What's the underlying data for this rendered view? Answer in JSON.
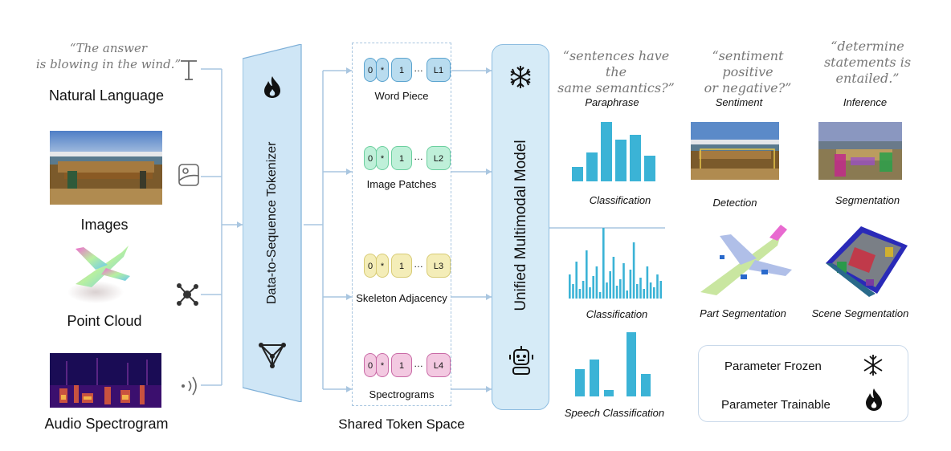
{
  "modalities": {
    "quote": "“The answer is blowing in the wind.”",
    "quote_line1": "“The answer",
    "quote_line2": "is blowing in the wind.”",
    "natural_language": "Natural Language",
    "images": "Images",
    "point_cloud": "Point Cloud",
    "audio_spectrogram": "Audio Spectrogram"
  },
  "tokenizer": {
    "label": "Data-to-Sequence Tokenizer"
  },
  "token_space": {
    "title": "Shared Token Space",
    "rows": [
      {
        "label": "Word Piece",
        "first": "0",
        "star": "*",
        "mid": "1",
        "dots": "…",
        "last": "L1",
        "color": "#b9dcef",
        "border": "#5aa3cf"
      },
      {
        "label": "Image Patches",
        "first": "0",
        "star": "*",
        "mid": "1",
        "dots": "…",
        "last": "L2",
        "color": "#bff0d9",
        "border": "#6ccf9f"
      },
      {
        "label": "Skeleton Adjacency",
        "first": "0",
        "star": "*",
        "mid": "1",
        "dots": "…",
        "last": "L3",
        "color": "#f4edb8",
        "border": "#d8cb75"
      },
      {
        "label": "Spectrograms",
        "first": "0",
        "star": "*",
        "mid": "1",
        "dots": "…",
        "last": "L4",
        "color": "#f3c9e1",
        "border": "#c96aa6"
      }
    ]
  },
  "model": {
    "label": "Unified Multimodal Model"
  },
  "tasks": {
    "quote1_line1": "“sentences have the",
    "quote1_line2": "same semantics?”",
    "quote2_line1": "“sentiment positive",
    "quote2_line2": "or negative?”",
    "quote3_line1": "“determine",
    "quote3_line2": "statements is",
    "quote3_line3": "entailed.”",
    "paraphrase": "Paraphrase",
    "sentiment": "Sentiment",
    "inference": "Inference",
    "classification1": "Classification",
    "detection": "Detection",
    "segmentation": "Segmentation",
    "classification2": "Classification",
    "part_segmentation": "Part Segmentation",
    "scene_segmentation": "Scene Segmentation",
    "speech_classification": "Speech Classification"
  },
  "legend": {
    "frozen": "Parameter Frozen",
    "trainable": "Parameter Trainable"
  },
  "colors": {
    "accent_blue": "#d6ebf7",
    "wire": "#a9c6e0",
    "bar": "#3bb3d6"
  },
  "icons": [
    "text-cursor-icon",
    "image-icon",
    "graph-icon",
    "audio-wave-icon",
    "flame-icon",
    "triangle-graph-icon",
    "snowflake-icon",
    "robot-icon"
  ]
}
